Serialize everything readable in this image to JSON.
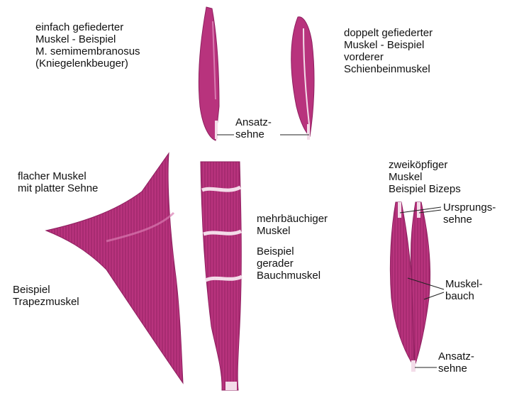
{
  "colors": {
    "muscle": "#b8337d",
    "muscle_dark": "#8e1f5f",
    "muscle_light": "#d87bb0",
    "tendon": "#f3dce9",
    "line": "#222222"
  },
  "labels": {
    "einfach": [
      "einfach gefiederter",
      "Muskel - Beispiel",
      "M. semimembranosus",
      "(Kniegelenkbeuger)"
    ],
    "doppelt": [
      "doppelt gefiederter",
      "Muskel - Beispiel",
      "vorderer",
      "Schienbeinmuskel"
    ],
    "ansatz_top": [
      "Ansatz-",
      "sehne"
    ],
    "flach": [
      "flacher Muskel",
      "mit platter Sehne"
    ],
    "trapez": [
      "Beispiel",
      "Trapezmuskel"
    ],
    "mehr": [
      "mehrbäuchiger",
      "Muskel"
    ],
    "bauch": [
      "Beispiel",
      "gerader",
      "Bauchmuskel"
    ],
    "zwei": [
      "zweiköpfiger",
      "Muskel",
      "Beispiel Bizeps"
    ],
    "ursprung": [
      "Ursprungs-",
      "sehne"
    ],
    "muskelbauch": [
      "Muskel-",
      "bauch"
    ],
    "ansatz_bottom": [
      "Ansatz-",
      "sehne"
    ]
  }
}
